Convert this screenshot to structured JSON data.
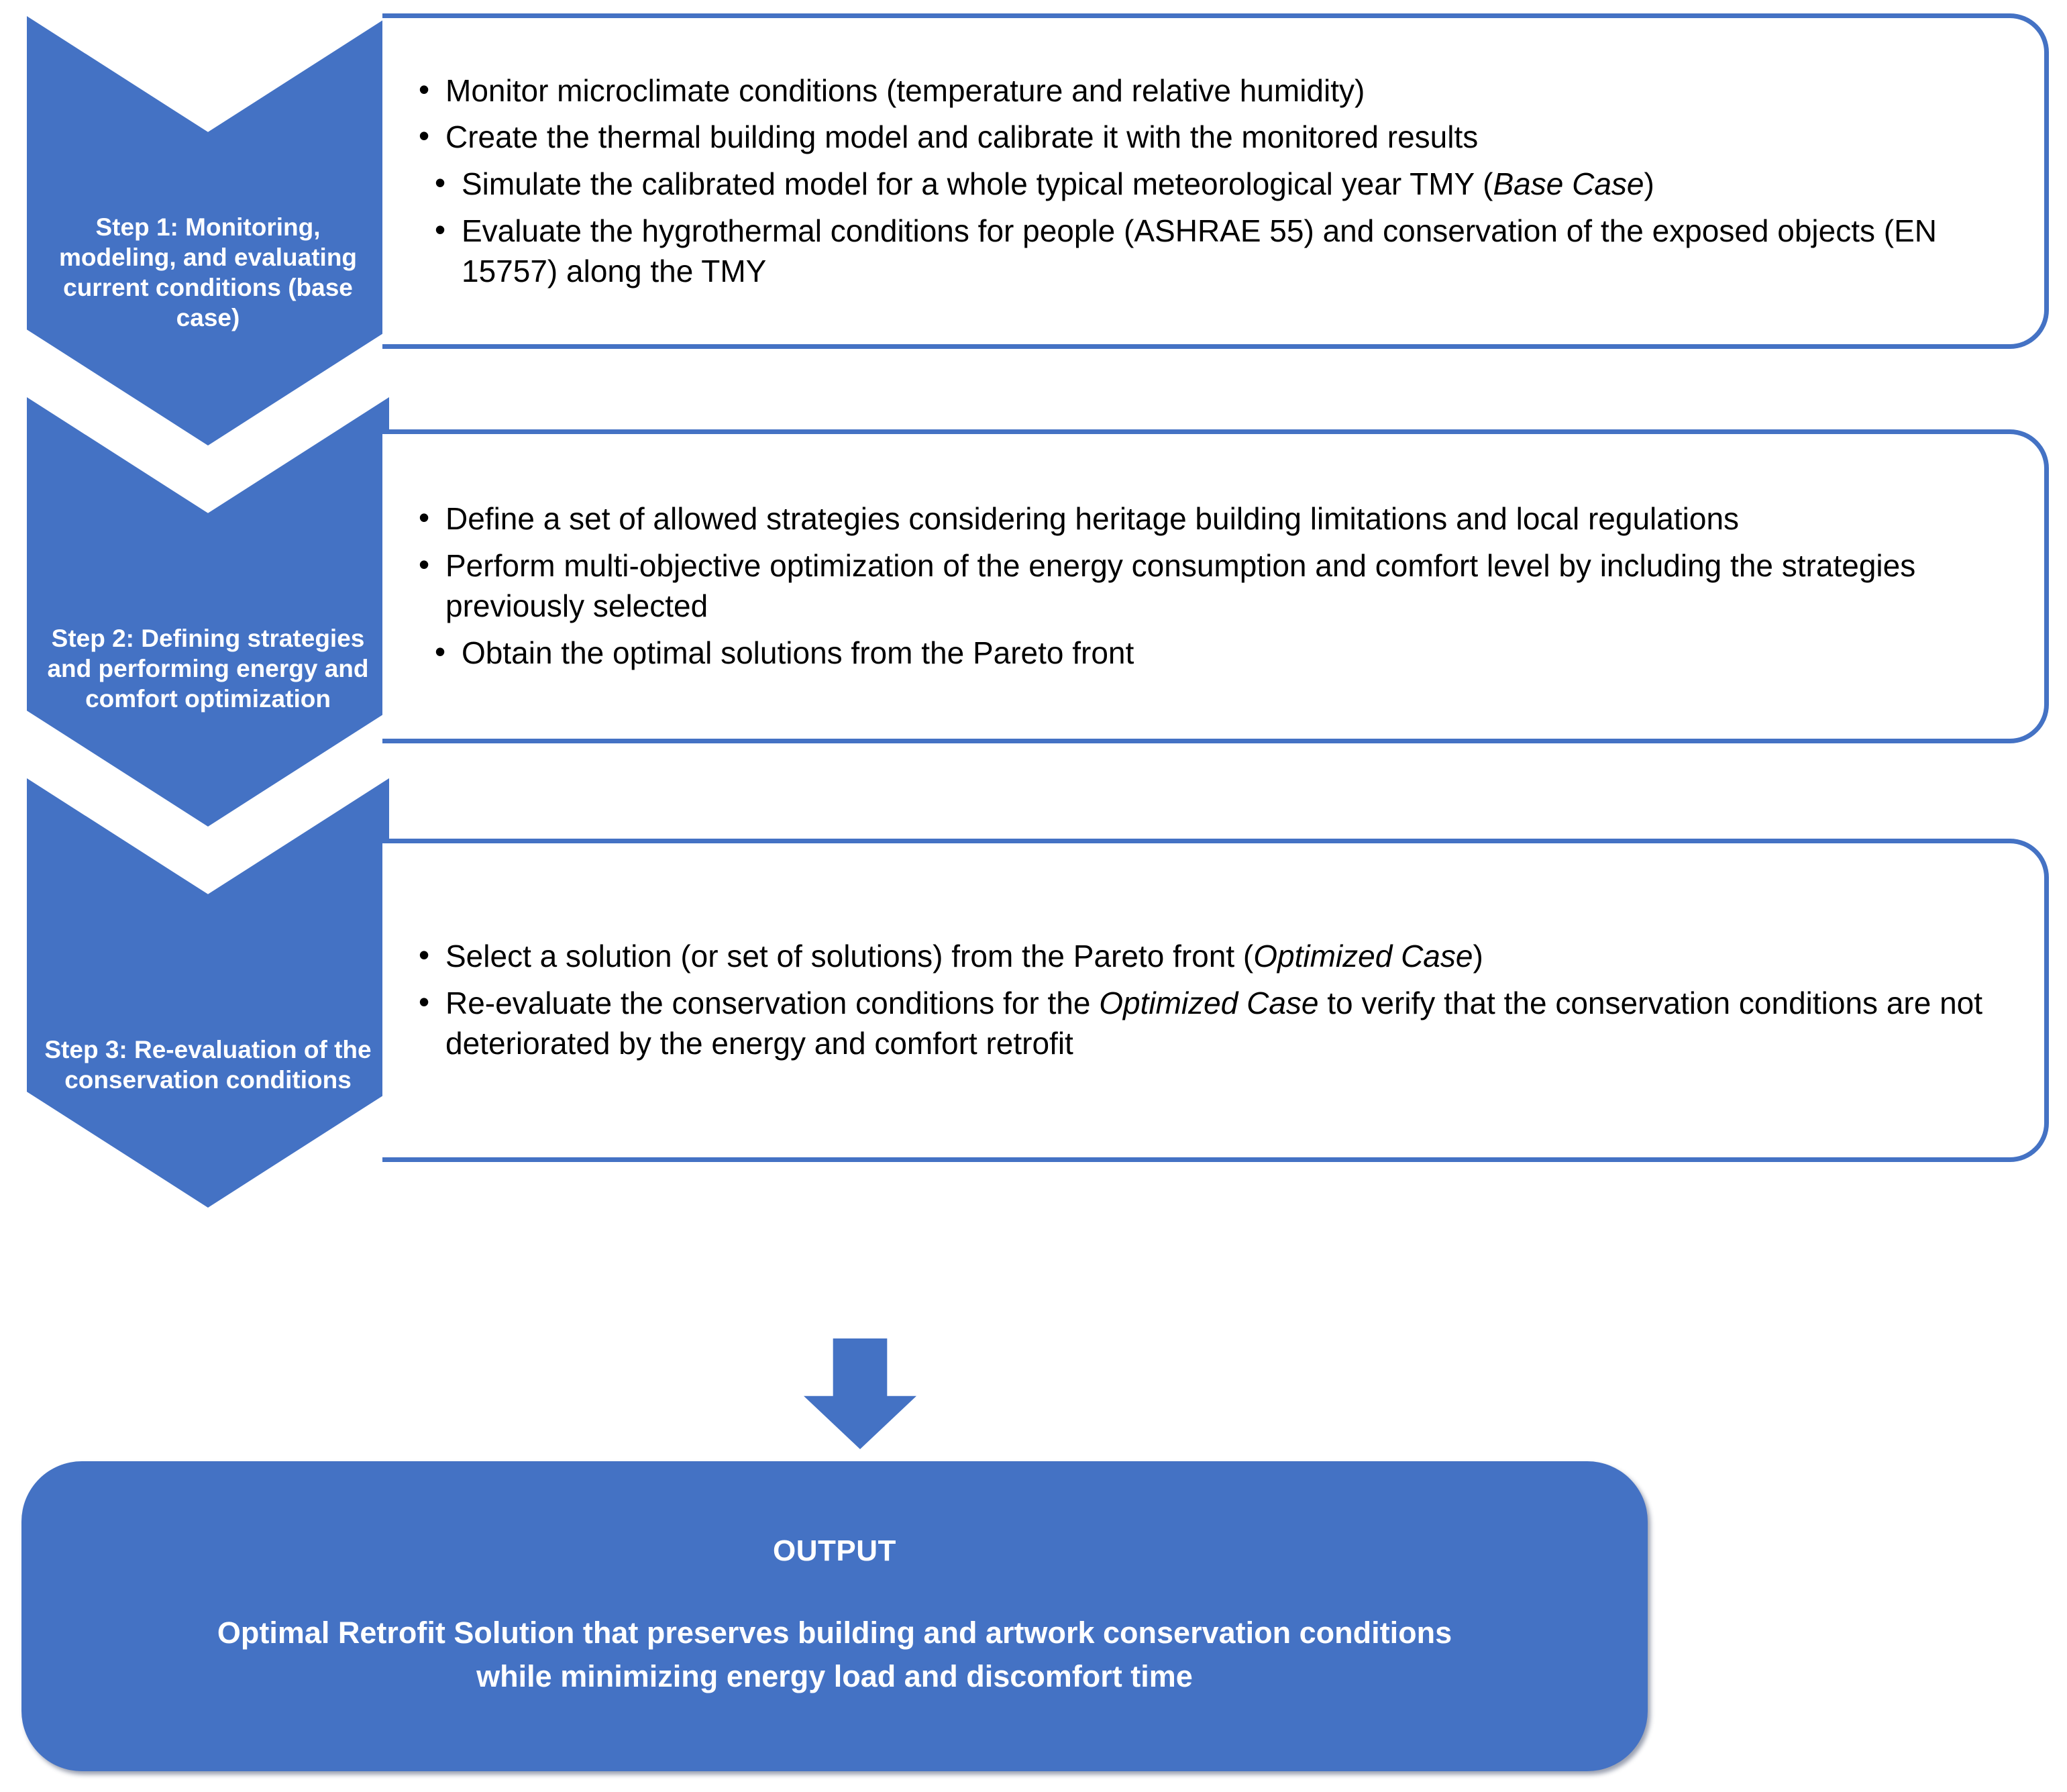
{
  "diagram": {
    "title": "Three-step methodology flowchart for heritage building energy and comfort retrofit",
    "accent_color": "#4472C4",
    "box_border_color": "#4472C4",
    "text_color": "#000000",
    "chevron_text_color": "#FFFFFF"
  },
  "steps": [
    {
      "label": "Step 1: Monitoring, modeling, and evaluating current conditions (base case)",
      "bullets": [
        {
          "parts": [
            {
              "text": "Monitor microclimate conditions (temperature and relative humidity)",
              "italic": false
            }
          ]
        },
        {
          "parts": [
            {
              "text": "Create the thermal building model and calibrate it with the monitored results",
              "italic": false
            }
          ]
        },
        {
          "parts": [
            {
              "text": "Simulate the calibrated model for a whole typical meteorological year TMY (",
              "italic": false
            },
            {
              "text": "Base Case",
              "italic": true
            },
            {
              "text": ")",
              "italic": false
            }
          ]
        },
        {
          "parts": [
            {
              "text": "Evaluate the hygrothermal conditions for people (ASHRAE 55) and conservation of the exposed objects (EN 15757) along the TMY",
              "italic": false
            }
          ]
        }
      ]
    },
    {
      "label": "Step 2: Defining strategies and performing energy and comfort optimization",
      "bullets": [
        {
          "parts": [
            {
              "text": "Define a set of allowed strategies considering heritage building limitations and local regulations",
              "italic": false
            }
          ]
        },
        {
          "parts": [
            {
              "text": "Perform multi-objective optimization of the energy consumption and comfort level by including the strategies previously selected",
              "italic": false
            }
          ]
        },
        {
          "parts": [
            {
              "text": "Obtain the optimal solutions from the Pareto front",
              "italic": false
            }
          ]
        }
      ]
    },
    {
      "label": "Step 3: Re-evaluation of the conservation conditions",
      "bullets": [
        {
          "parts": [
            {
              "text": "Select a solution (or set of solutions) from the Pareto front (",
              "italic": false
            },
            {
              "text": "Optimized Case",
              "italic": true
            },
            {
              "text": ")",
              "italic": false
            }
          ]
        },
        {
          "parts": [
            {
              "text": "Re-evaluate the conservation conditions for the ",
              "italic": false
            },
            {
              "text": "Optimized Case",
              "italic": true
            },
            {
              "text": " to verify that the conservation conditions are not deteriorated by the energy and comfort retrofit",
              "italic": false
            }
          ]
        }
      ]
    }
  ],
  "output": {
    "title": "OUTPUT",
    "text": "Optimal Retrofit Solution that preserves building and artwork conservation conditions\nwhile minimizing energy load and discomfort time"
  }
}
